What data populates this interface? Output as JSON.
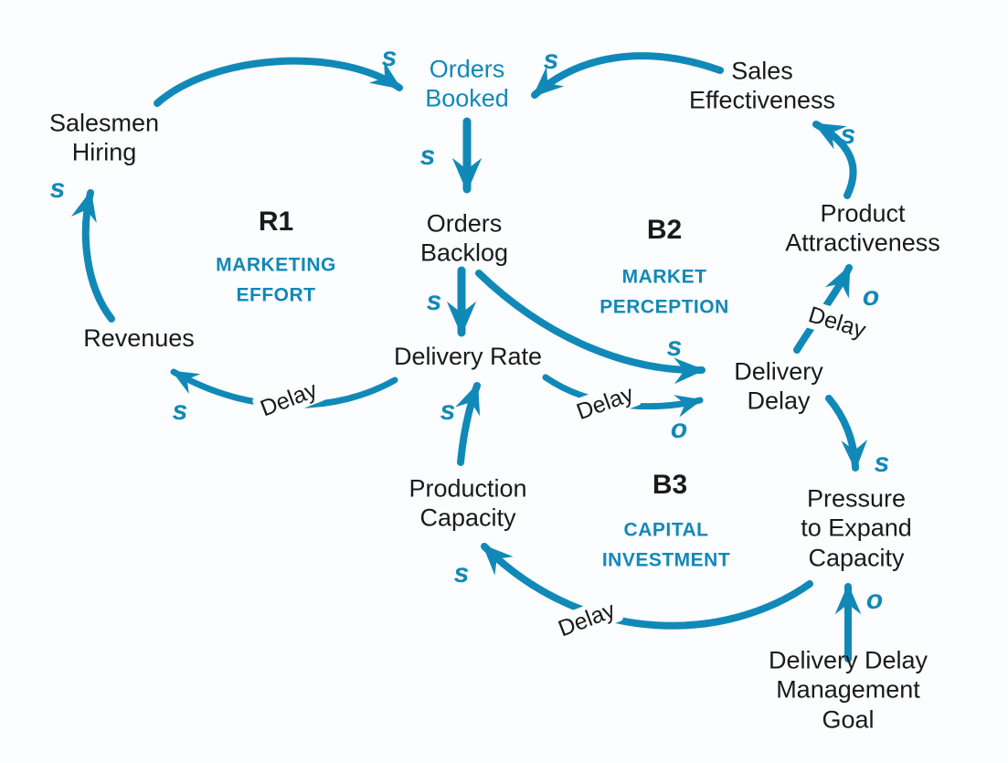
{
  "diagram": {
    "background_color": "#fcfdfe",
    "accent_color": "#1189b8",
    "text_color": "#1a1a1a",
    "nodes": [
      {
        "label": "Salesmen\nHiring"
      },
      {
        "label": "Orders\nBooked",
        "highlighted": true
      },
      {
        "label": "Sales\nEffectiveness"
      },
      {
        "label": "Orders\nBacklog"
      },
      {
        "label": "Product\nAttractiveness"
      },
      {
        "label": "Revenues"
      },
      {
        "label": "Delivery Rate"
      },
      {
        "label": "Delivery\nDelay"
      },
      {
        "label": "Production\nCapacity"
      },
      {
        "label": "Pressure\nto Expand\nCapacity"
      },
      {
        "label": "Delivery Delay\nManagement Goal"
      }
    ],
    "loops": [
      {
        "id": "R1",
        "name": "MARKETING\nEFFORT"
      },
      {
        "id": "B2",
        "name": "MARKET\nPERCEPTION"
      },
      {
        "id": "B3",
        "name": "CAPITAL\nINVESTMENT"
      }
    ],
    "links": [
      {
        "from": "Salesmen Hiring",
        "to": "Orders Booked",
        "polarity": "s"
      },
      {
        "from": "Sales Effectiveness",
        "to": "Orders Booked",
        "polarity": "s"
      },
      {
        "from": "Orders Booked",
        "to": "Orders Backlog",
        "polarity": "s"
      },
      {
        "from": "Orders Backlog",
        "to": "Delivery Rate",
        "polarity": "s"
      },
      {
        "from": "Orders Backlog",
        "to": "Delivery Delay",
        "polarity": "s"
      },
      {
        "from": "Delivery Rate",
        "to": "Delivery Delay",
        "polarity": "o",
        "delay_label": "Delay"
      },
      {
        "from": "Delivery Rate",
        "to": "Revenues",
        "polarity": "s",
        "delay_label": "Delay"
      },
      {
        "from": "Revenues",
        "to": "Salesmen Hiring",
        "polarity": "s"
      },
      {
        "from": "Delivery Delay",
        "to": "Product Attractiveness",
        "polarity": "o",
        "delay_label": "Delay"
      },
      {
        "from": "Product Attractiveness",
        "to": "Sales Effectiveness",
        "polarity": "s"
      },
      {
        "from": "Delivery Delay",
        "to": "Pressure to Expand Capacity",
        "polarity": "s"
      },
      {
        "from": "Pressure to Expand Capacity",
        "to": "Production Capacity",
        "polarity": "s",
        "delay_label": "Delay"
      },
      {
        "from": "Production Capacity",
        "to": "Delivery Rate",
        "polarity": "s"
      },
      {
        "from": "Delivery Delay Management Goal",
        "to": "Pressure to Expand Capacity",
        "polarity": "o"
      }
    ]
  }
}
